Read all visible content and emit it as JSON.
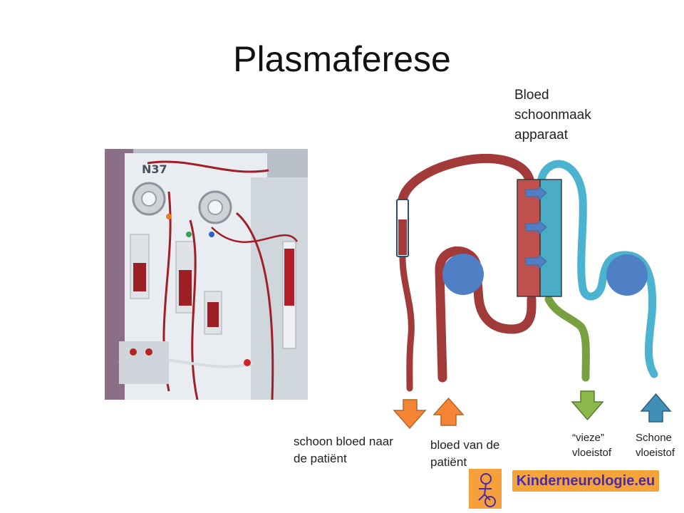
{
  "title": "Plasmaferese",
  "device_label": "Bloed\nschoonmaak\napparaat",
  "labels": {
    "clean_blood_to_patient": "schoon bloed naar\nde patiënt",
    "blood_from_patient": "bloed van  de\npatiënt",
    "dirty_fluid": "“vieze”\nvloeistof",
    "clean_fluid": "Schone\nvloeistof"
  },
  "logo": {
    "text": "Kinderneurologie.eu"
  },
  "colors": {
    "blood": "#a33a3a",
    "fluid_clean": "#4bb3cf",
    "fluid_dirty": "#77a040",
    "pump": "#4f7fc4",
    "arrow_orange": "#f58534",
    "arrow_green": "#8ab94a",
    "arrow_blue": "#3f8fb7",
    "logo_bg": "#f5a43a",
    "logo_text": "#4a2aa8"
  }
}
